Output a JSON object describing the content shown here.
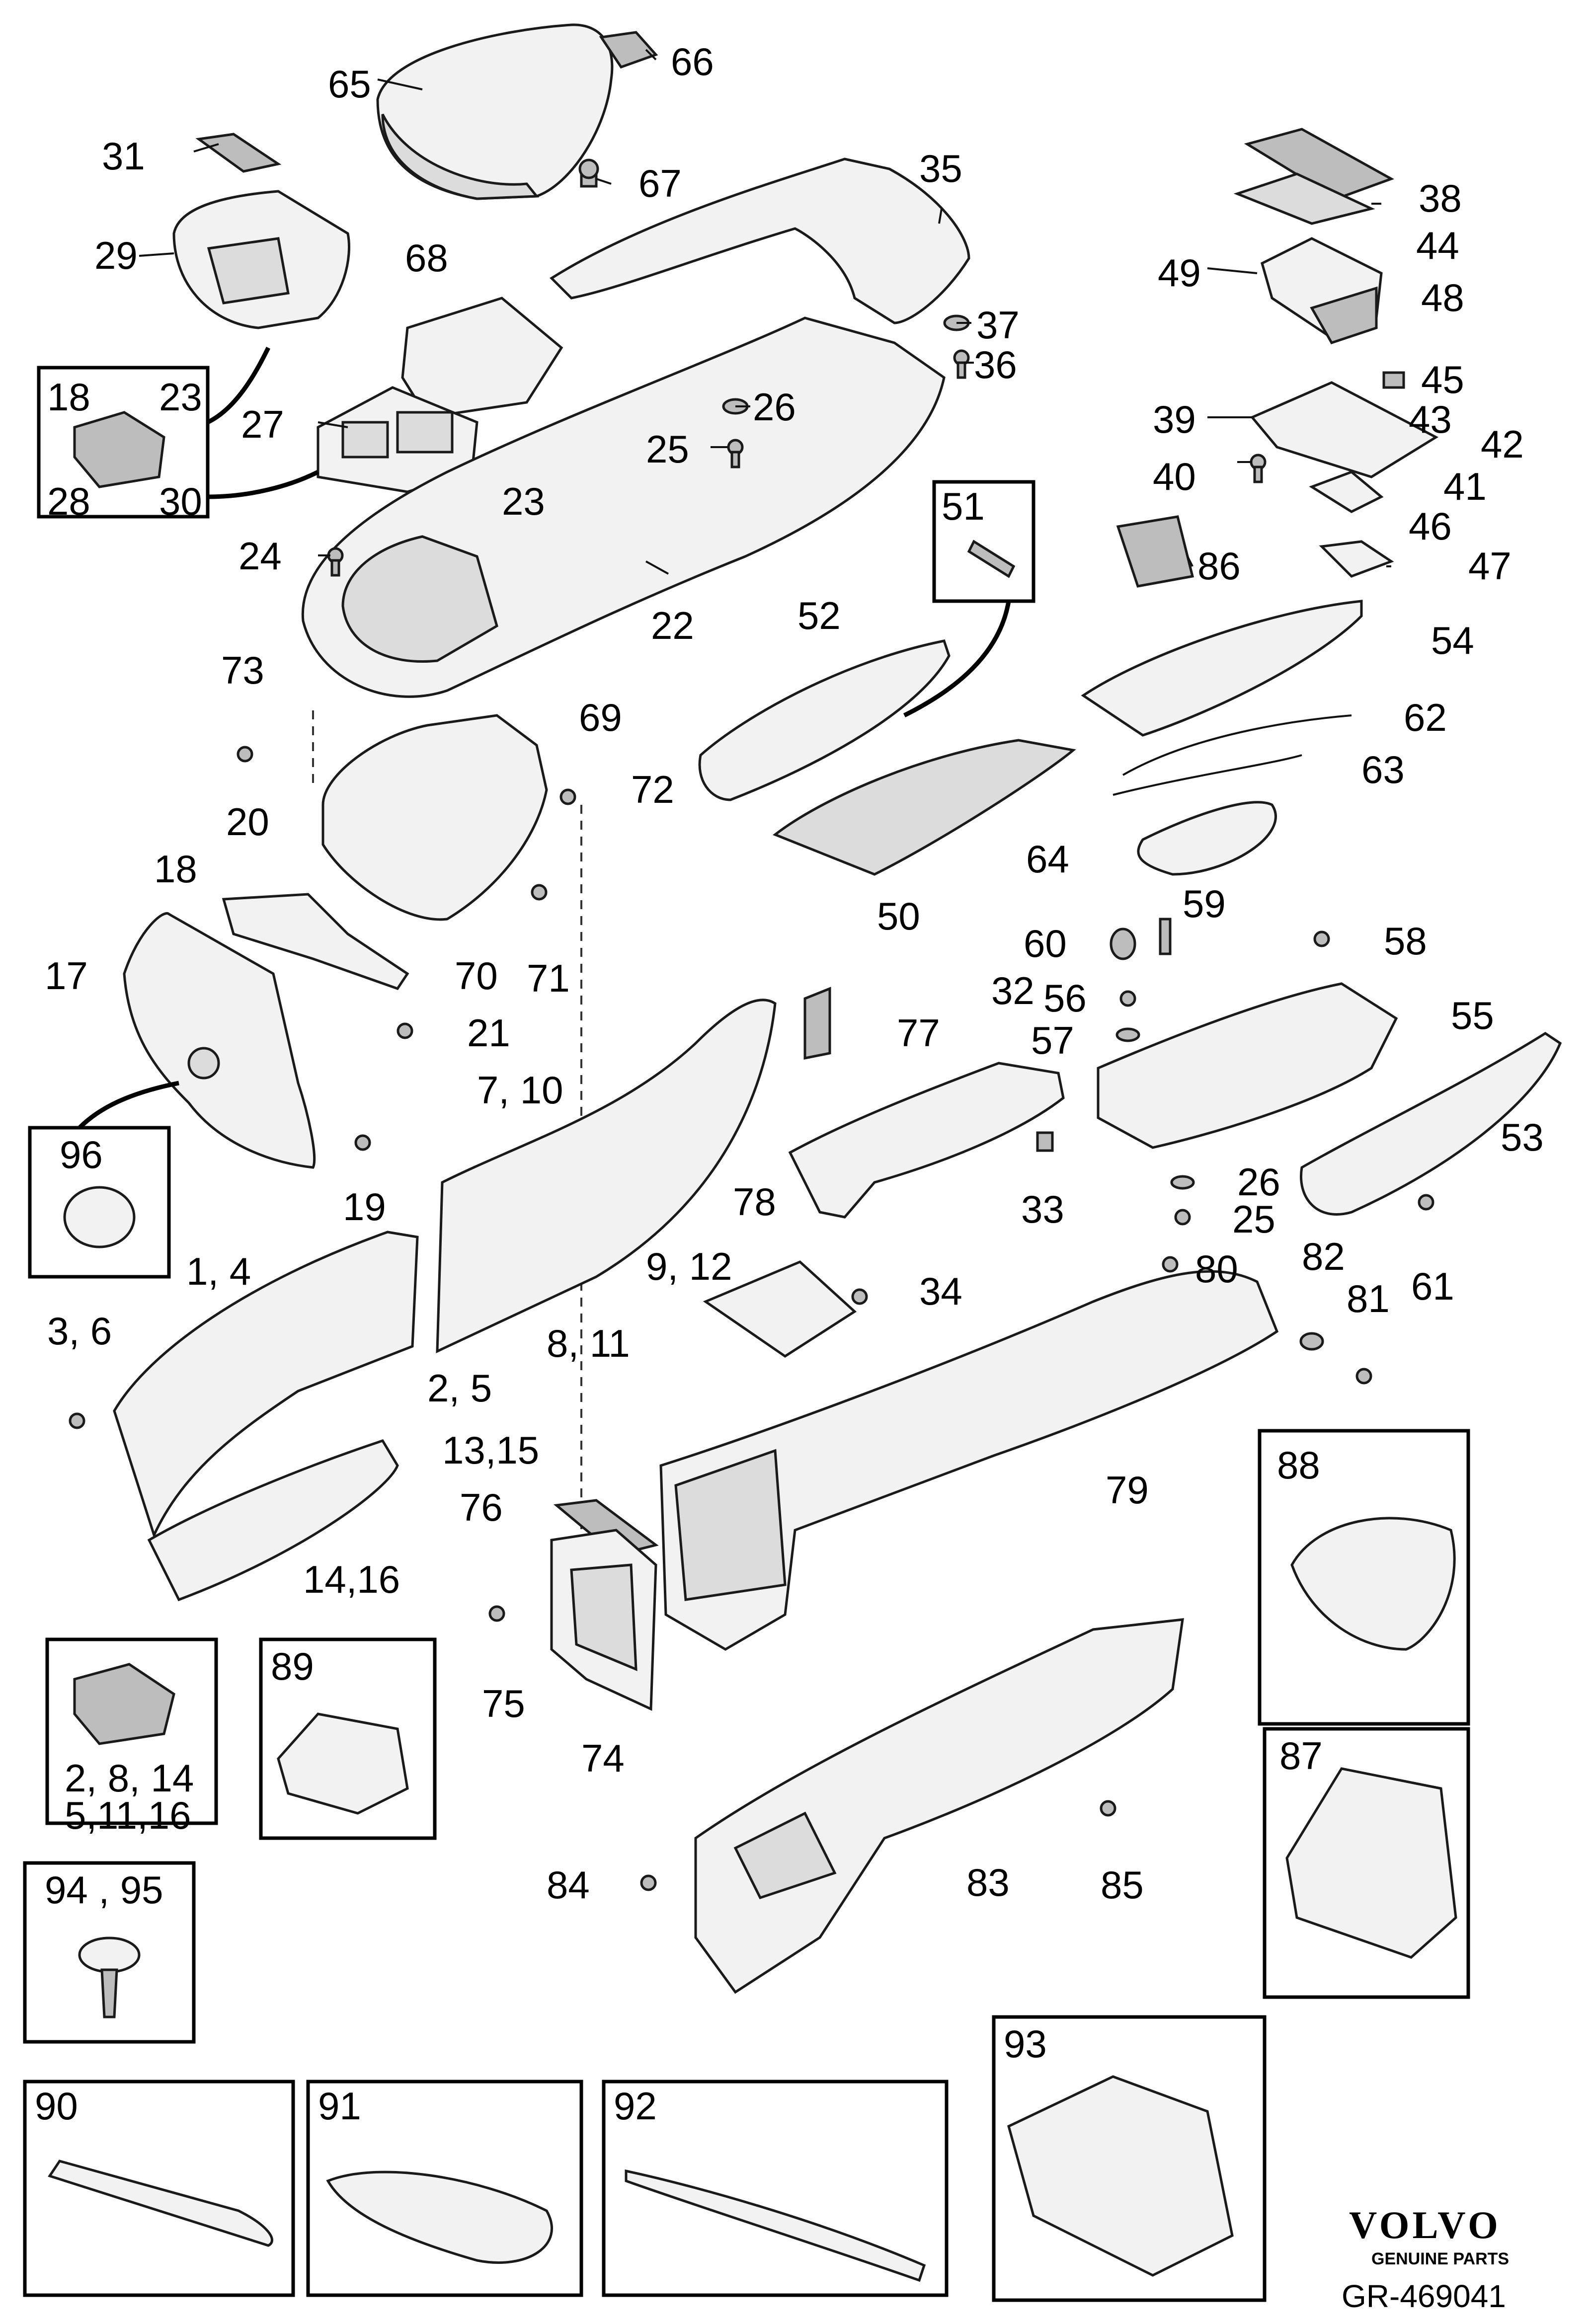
{
  "brand": {
    "name": "VOLVO",
    "tagline": "GENUINE PARTS"
  },
  "reference": "GR-469041",
  "callouts": {
    "c65": "65",
    "c66": "66",
    "c67": "67",
    "c31": "31",
    "c29": "29",
    "c68": "68",
    "c35": "35",
    "c37": "37",
    "c36": "36",
    "c26a": "26",
    "c25a": "25",
    "c27": "27",
    "c18a": "18",
    "c23a": "23",
    "c28": "28",
    "c30": "30",
    "c23b": "23",
    "c24": "24",
    "c22": "22",
    "c38": "38",
    "c44": "44",
    "c49": "49",
    "c48": "48",
    "c45": "45",
    "c39": "39",
    "c43": "43",
    "c42": "42",
    "c40": "40",
    "c41": "41",
    "c46": "46",
    "c47": "47",
    "c51": "51",
    "c86": "86",
    "c52": "52",
    "c54": "54",
    "c73": "73",
    "c69": "69",
    "c62": "62",
    "c72": "72",
    "c63": "63",
    "c20": "20",
    "c64": "64",
    "c18b": "18",
    "c50": "50",
    "c71": "71",
    "c70": "70",
    "c60": "60",
    "c59": "59",
    "c58": "58",
    "c17": "17",
    "c21": "21",
    "c56": "56",
    "c55": "55",
    "c57": "57",
    "c77": "77",
    "c32": "32",
    "c710": "7, 10",
    "c96": "96",
    "c53": "53",
    "c19": "19",
    "c26b": "26",
    "c25b": "25",
    "c33": "33",
    "c14a": "1, 4",
    "c912": "9, 12",
    "c78": "78",
    "c80": "80",
    "c82": "82",
    "c61": "61",
    "c36b": "3, 6",
    "c34": "34",
    "c81": "81",
    "c811": "8, 11",
    "c25c": "2, 5",
    "c1315": "13,15",
    "c88": "88",
    "c79": "79",
    "c76": "76",
    "c1416": "14,16",
    "c89": "89",
    "c75": "75",
    "c74": "74",
    "c87": "87",
    "c2814": "2, 8, 14",
    "c51116": "5,11,16",
    "c83": "83",
    "c84": "84",
    "c85": "85",
    "c9495": "94 , 95",
    "c93": "93",
    "c90": "90",
    "c91": "91",
    "c92": "92"
  }
}
